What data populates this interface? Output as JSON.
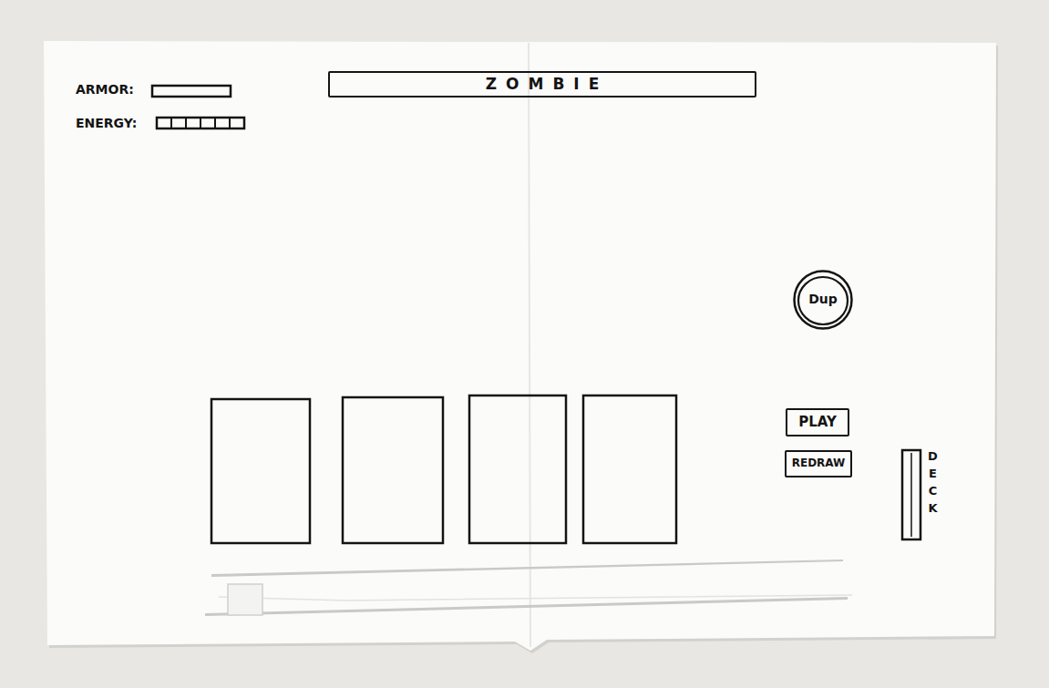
{
  "diagram": {
    "nodes": [
      {
        "text": [
          "ZOMBIE"
        ]
      },
      {
        "text": [
          "Dup"
        ]
      },
      {
        "text": [
          "PLAY"
        ]
      },
      {
        "text": [
          "REDRAW"
        ]
      }
    ],
    "labels": [
      "ARMOR:",
      "ENERGY:",
      "DECK"
    ]
  }
}
